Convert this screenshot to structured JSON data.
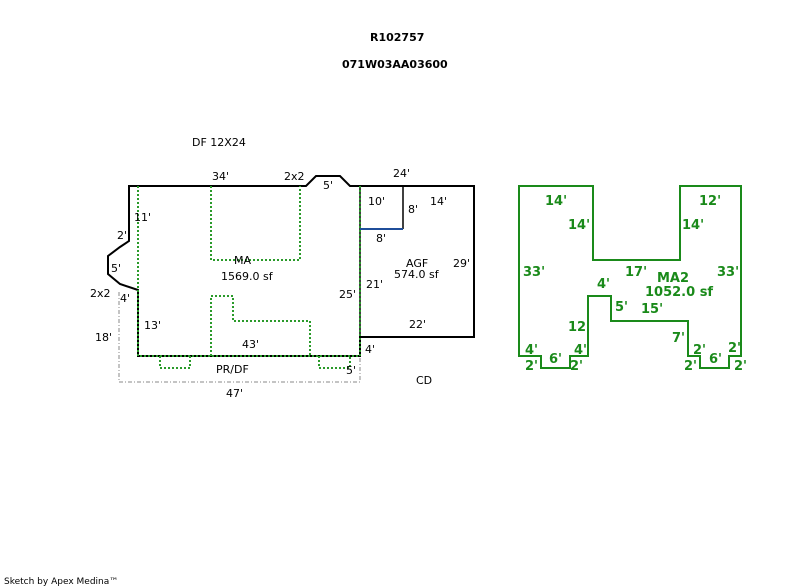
{
  "header": {
    "id": "R102757",
    "parcel": "071W03AA03600"
  },
  "labels": {
    "df": "DF 12X24",
    "top_34": "34'",
    "top_2x2": "2x2",
    "top_24": "24'",
    "top_5": "5'",
    "l_11": "11'",
    "l_2": "2'",
    "l_5": "5'",
    "l_2x2": "2x2",
    "l_4": "4'",
    "l_18": "18'",
    "l_13": "13'",
    "ma": "MA",
    "ma_area": "1569.0 sf",
    "d_10": "10'",
    "d_8v": "8'",
    "d_14": "14'",
    "d_8h": "8'",
    "agf": "AGF",
    "agf_area": "574.0 sf",
    "r_29": "29'",
    "d_21": "21'",
    "d_25": "25'",
    "d_22": "22'",
    "d_43": "43'",
    "d_4": "4'",
    "prdf": "PR/DF",
    "d_5b": "5'",
    "d_47": "47'",
    "cd": "CD"
  },
  "ma2": {
    "t1": "14'",
    "t2": "12'",
    "t3": "14'",
    "t4": "14'",
    "t5": "33'",
    "t6": "17'",
    "t7": "MA2",
    "t8": "1052.0 sf",
    "t9": "33'",
    "t10": "4'",
    "t11": "5'",
    "t12": "15'",
    "t13": "12'",
    "t14": "7'",
    "b1": "4'",
    "b2": "6'",
    "b3": "4'",
    "b4": "2'",
    "b5": "2'",
    "b6": "2'",
    "b7": "6'",
    "b8": "2'",
    "b9": "2'",
    "b10": "2'"
  },
  "footer": "Sketch by Apex Medina™"
}
